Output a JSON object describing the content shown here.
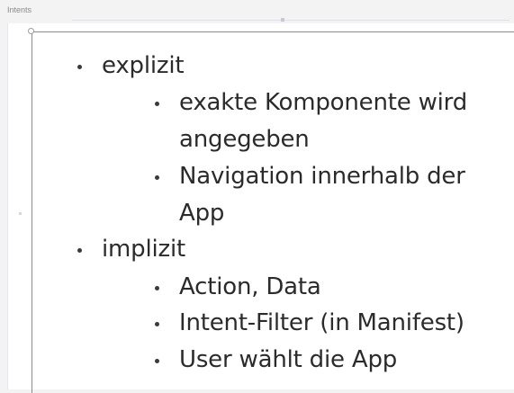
{
  "frame": {
    "title": "Intents"
  },
  "slide": {
    "items": [
      {
        "label": "explizit",
        "children": [
          {
            "lines": [
              "exakte Komponente wird",
              "angegeben"
            ]
          },
          {
            "lines": [
              "Navigation innerhalb der",
              "App"
            ]
          }
        ]
      },
      {
        "label": "implizit",
        "children": [
          {
            "lines": [
              "Action, Data"
            ]
          },
          {
            "lines": [
              "Intent-Filter (in Manifest)"
            ]
          },
          {
            "lines": [
              "User wählt die App"
            ]
          }
        ]
      }
    ]
  },
  "colors": {
    "selection": "#7d7ff0",
    "text": "#2b2b2b",
    "canvas": "#ffffff",
    "background": "#f3f3f4"
  }
}
